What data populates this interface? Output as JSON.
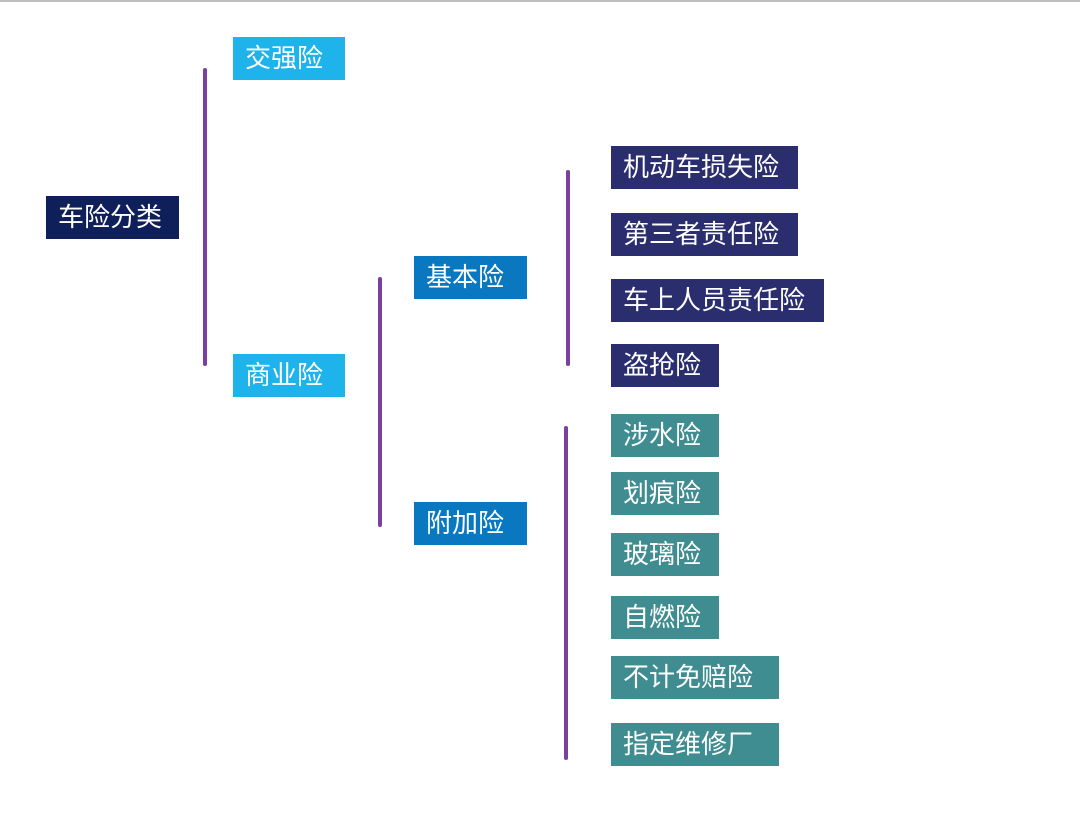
{
  "colors": {
    "root": "#0f1f5a",
    "level1": "#1fb3ec",
    "level2": "#0a78c0",
    "basic_leaf": "#2b2e6e",
    "addon_leaf": "#3f8c91",
    "bracket": "#7a3fa0"
  },
  "root": {
    "label": "车险分类"
  },
  "level1": [
    {
      "label": "交强险"
    },
    {
      "label": "商业险"
    }
  ],
  "commercial": [
    {
      "label": "基本险"
    },
    {
      "label": "附加险"
    }
  ],
  "basic_items": [
    {
      "label": "机动车损失险"
    },
    {
      "label": "第三者责任险"
    },
    {
      "label": "车上人员责任险"
    },
    {
      "label": "盗抢险"
    }
  ],
  "addon_items": [
    {
      "label": "涉水险"
    },
    {
      "label": "划痕险"
    },
    {
      "label": "玻璃险"
    },
    {
      "label": "自燃险"
    },
    {
      "label": "不计免赔险"
    },
    {
      "label": "指定维修厂"
    }
  ]
}
